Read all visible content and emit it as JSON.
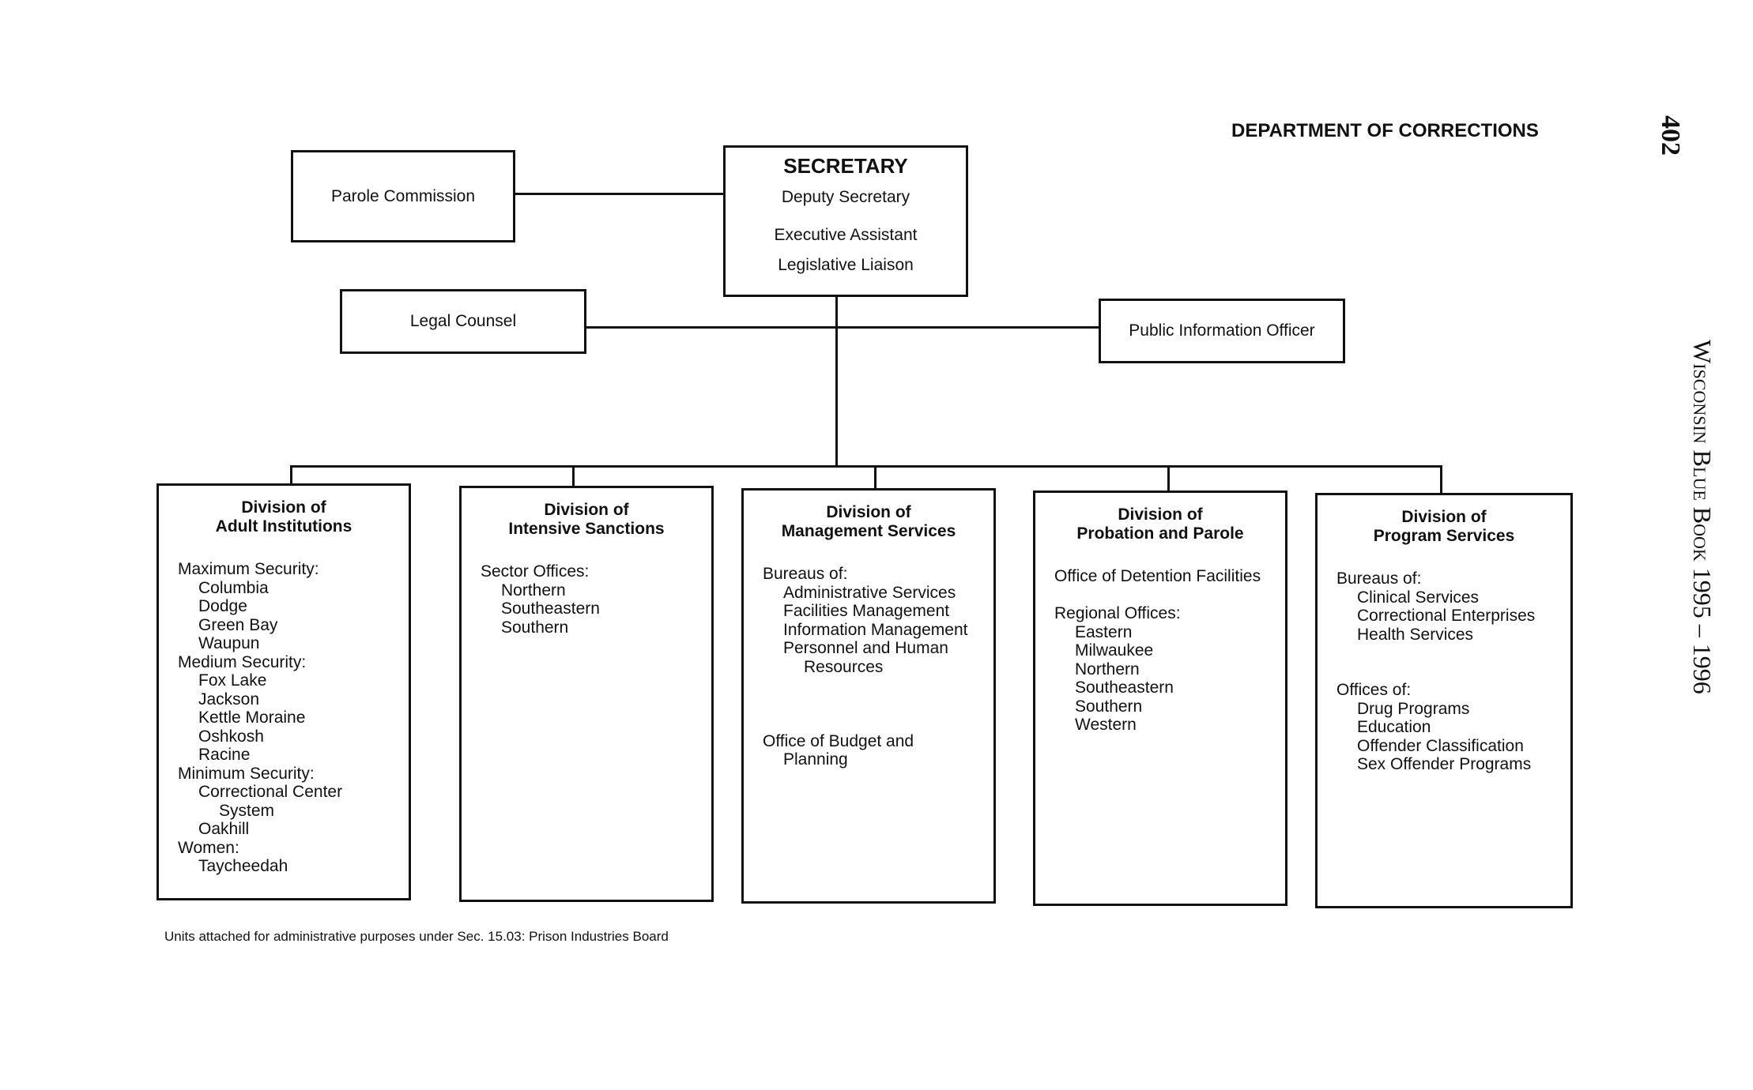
{
  "header": {
    "department": "DEPARTMENT OF CORRECTIONS",
    "page_number": "402",
    "book_title": "Wisconsin Blue Book 1995 – 1996"
  },
  "secretary": {
    "title": "SECRETARY",
    "lines": [
      "Deputy Secretary",
      "Executive Assistant",
      "Legislative Liaison"
    ]
  },
  "side_units": {
    "parole_commission": "Parole Commission",
    "legal_counsel": "Legal Counsel",
    "public_information_officer": "Public Information Officer"
  },
  "divisions": [
    {
      "title_1": "Division of",
      "title_2": "Adult Institutions",
      "lines": [
        {
          "t": "Maximum Security:",
          "i": 0
        },
        {
          "t": "Columbia",
          "i": 1
        },
        {
          "t": "Dodge",
          "i": 1
        },
        {
          "t": "Green Bay",
          "i": 1
        },
        {
          "t": "Waupun",
          "i": 1
        },
        {
          "t": "Medium Security:",
          "i": 0
        },
        {
          "t": "Fox Lake",
          "i": 1
        },
        {
          "t": "Jackson",
          "i": 1
        },
        {
          "t": "Kettle Moraine",
          "i": 1
        },
        {
          "t": "Oshkosh",
          "i": 1
        },
        {
          "t": "Racine",
          "i": 1
        },
        {
          "t": "Minimum Security:",
          "i": 0
        },
        {
          "t": "Correctional Center",
          "i": 1
        },
        {
          "t": "System",
          "i": 2
        },
        {
          "t": "Oakhill",
          "i": 1
        },
        {
          "t": "Women:",
          "i": 0
        },
        {
          "t": "Taycheedah",
          "i": 1
        }
      ]
    },
    {
      "title_1": "Division of",
      "title_2": "Intensive Sanctions",
      "lines": [
        {
          "t": "Sector Offices:",
          "i": 0
        },
        {
          "t": "Northern",
          "i": 1
        },
        {
          "t": "Southeastern",
          "i": 1
        },
        {
          "t": "Southern",
          "i": 1
        }
      ]
    },
    {
      "title_1": "Division of",
      "title_2": "Management Services",
      "lines": [
        {
          "t": "Bureaus of:",
          "i": 0
        },
        {
          "t": "Administrative Services",
          "i": 1
        },
        {
          "t": "Facilities Management",
          "i": 1
        },
        {
          "t": "Information Management",
          "i": 1
        },
        {
          "t": "Personnel and Human",
          "i": 1
        },
        {
          "t": "Resources",
          "i": 2
        },
        {
          "t": "",
          "i": 0
        },
        {
          "t": "",
          "i": 0
        },
        {
          "t": "",
          "i": 0
        },
        {
          "t": "Office of Budget and",
          "i": 0
        },
        {
          "t": "Planning",
          "i": 1
        }
      ]
    },
    {
      "title_1": "Division of",
      "title_2": "Probation and Parole",
      "lines": [
        {
          "t": "Office of Detention Facilities",
          "i": 0
        },
        {
          "t": "",
          "i": 0
        },
        {
          "t": "Regional Offices:",
          "i": 0
        },
        {
          "t": "Eastern",
          "i": 1
        },
        {
          "t": "Milwaukee",
          "i": 1
        },
        {
          "t": "Northern",
          "i": 1
        },
        {
          "t": "Southeastern",
          "i": 1
        },
        {
          "t": "Southern",
          "i": 1
        },
        {
          "t": "Western",
          "i": 1
        }
      ]
    },
    {
      "title_1": "Division of",
      "title_2": "Program Services",
      "lines": [
        {
          "t": "Bureaus of:",
          "i": 0
        },
        {
          "t": "Clinical Services",
          "i": 1
        },
        {
          "t": "Correctional Enterprises",
          "i": 1
        },
        {
          "t": "Health Services",
          "i": 1
        },
        {
          "t": "",
          "i": 0
        },
        {
          "t": "",
          "i": 0
        },
        {
          "t": "Offices of:",
          "i": 0
        },
        {
          "t": "Drug Programs",
          "i": 1
        },
        {
          "t": "Education",
          "i": 1
        },
        {
          "t": "Offender Classification",
          "i": 1
        },
        {
          "t": "Sex Offender Programs",
          "i": 1
        }
      ]
    }
  ],
  "footnote": "Units attached for administrative purposes under Sec. 15.03: Prison Industries Board"
}
